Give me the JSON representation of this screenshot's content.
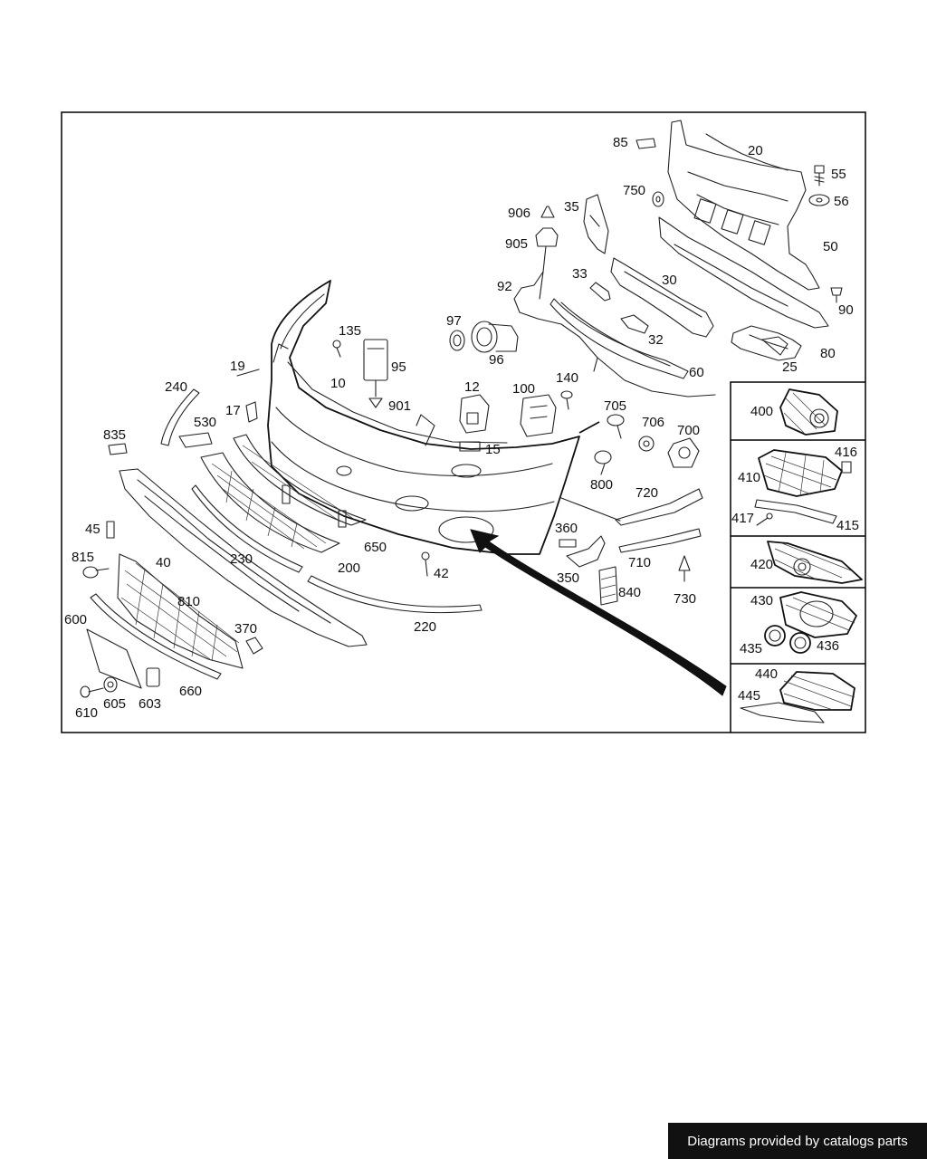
{
  "diagram": {
    "labels": {
      "l85": "85",
      "l20": "20",
      "l55": "55",
      "l56": "56",
      "l750": "750",
      "l50": "50",
      "l906": "906",
      "l35": "35",
      "l905": "905",
      "l33": "33",
      "l30": "30",
      "l92": "92",
      "l90": "90",
      "l97": "97",
      "l96": "96",
      "l32": "32",
      "l80": "80",
      "l135": "135",
      "l95": "95",
      "l25": "25",
      "l60": "60",
      "l19": "19",
      "l10": "10",
      "l140": "140",
      "l240": "240",
      "l12": "12",
      "l100": "100",
      "l901": "901",
      "l17": "17",
      "l705": "705",
      "l400": "400",
      "l530": "530",
      "l706": "706",
      "l700": "700",
      "l835": "835",
      "l15": "15",
      "l416": "416",
      "l410": "410",
      "l800": "800",
      "l720": "720",
      "l417": "417",
      "l415": "415",
      "l45": "45",
      "l360": "360",
      "l815": "815",
      "l650": "650",
      "l230": "230",
      "l40": "40",
      "l420": "420",
      "l710": "710",
      "l42": "42",
      "l200": "200",
      "l350": "350",
      "l840": "840",
      "l730": "730",
      "l810": "810",
      "l430": "430",
      "l600": "600",
      "l370": "370",
      "l220": "220",
      "l435": "435",
      "l436": "436",
      "l440": "440",
      "l660": "660",
      "l445": "445",
      "l605": "605",
      "l603": "603",
      "l610": "610"
    }
  },
  "footer": {
    "text": "Diagrams provided by catalogs parts"
  }
}
